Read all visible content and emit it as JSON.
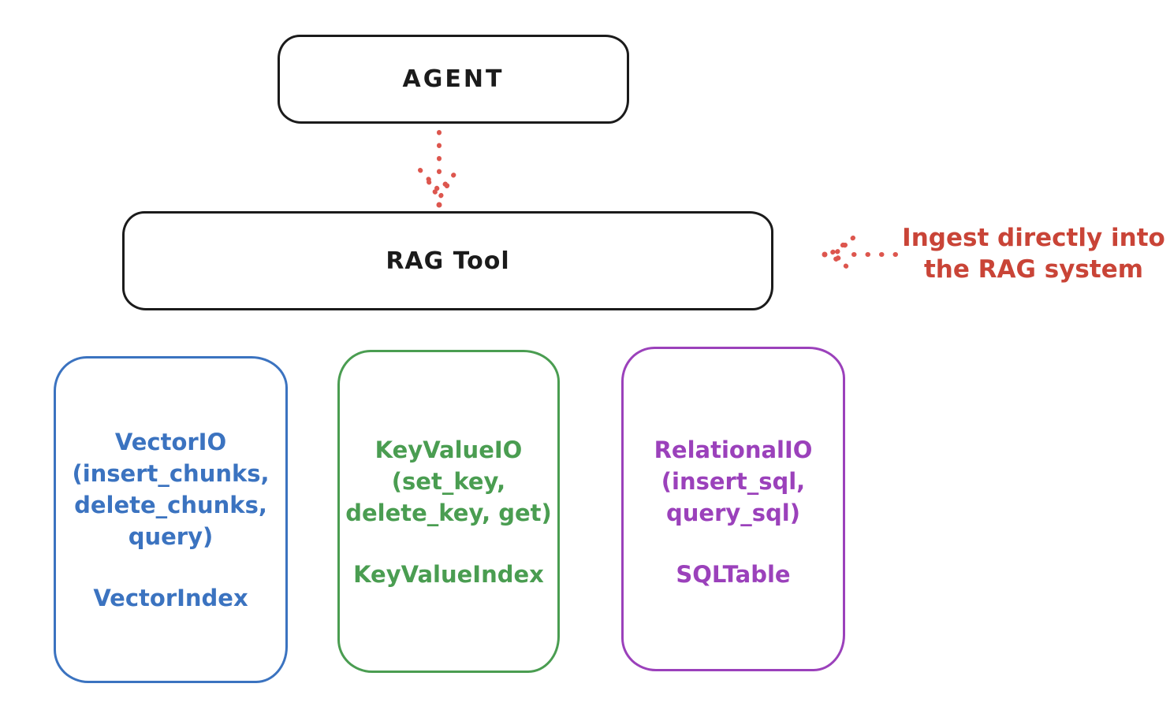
{
  "colors": {
    "ink": "#1b1b1b",
    "annotation_red": "#c94437",
    "arrow_red": "#dd564e",
    "blue": "#3b73c0",
    "green": "#4a9d51",
    "purple": "#9b41bb"
  },
  "agent_box": {
    "label": "AGENT"
  },
  "rag_tool_box": {
    "label": "RAG Tool"
  },
  "annotation": {
    "line1": "Ingest directly into",
    "line2": "the RAG system"
  },
  "io_boxes": [
    {
      "id": "vector-io",
      "color": "#3b73c0",
      "lines": [
        "VectorIO",
        "(insert_chunks,",
        "delete_chunks,",
        "query)"
      ],
      "index_label": "VectorIndex"
    },
    {
      "id": "keyvalue-io",
      "color": "#4a9d51",
      "lines": [
        "KeyValueIO",
        "(set_key,",
        "delete_key, get)"
      ],
      "index_label": "KeyValueIndex"
    },
    {
      "id": "relational-io",
      "color": "#9b41bb",
      "lines": [
        "RelationalIO",
        "(insert_sql,",
        "query_sql)"
      ],
      "index_label": "SQLTable"
    }
  ]
}
